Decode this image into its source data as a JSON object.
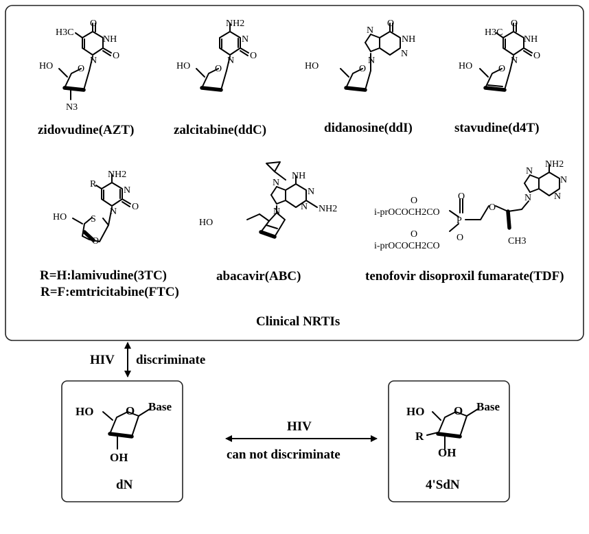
{
  "nrti_panel": {
    "title": "Clinical NRTIs",
    "drugs": [
      {
        "name": "zidovudine(AZT)"
      },
      {
        "name": "zalcitabine(ddC)"
      },
      {
        "name": "didanosine(ddI)"
      },
      {
        "name": "stavudine(d4T)"
      },
      {
        "name": "R=H:lamivudine(3TC)",
        "name2": "R=F:emtricitabine(FTC)"
      },
      {
        "name": "abacavir(ABC)"
      },
      {
        "name": "tenofovir disoproxil fumarate(TDF)"
      }
    ]
  },
  "vertical_arrow": {
    "left_label": "HIV",
    "right_label": "discriminate"
  },
  "dn_box": {
    "label": "dN",
    "base": "Base",
    "ho": "HO",
    "oh": "OH",
    "ring_o": "O"
  },
  "sdn_box": {
    "label": "4'SdN",
    "base": "Base",
    "ho": "HO",
    "oh": "OH",
    "ring_o": "O",
    "r": "R"
  },
  "horizontal_arrow": {
    "top_label": "HIV",
    "bottom_label": "can not discriminate"
  },
  "atoms": {
    "ho": "HO",
    "o": "O",
    "n": "N",
    "nh": "NH",
    "h3c": "H3C",
    "nh2": "NH2",
    "n3": "N3",
    "s": "S",
    "r": "R",
    "p": "P",
    "ch3": "CH3",
    "iprococh2co": "i-prOCOCH2CO",
    "iprocoh2co": "i-prOCOCH2CO"
  }
}
